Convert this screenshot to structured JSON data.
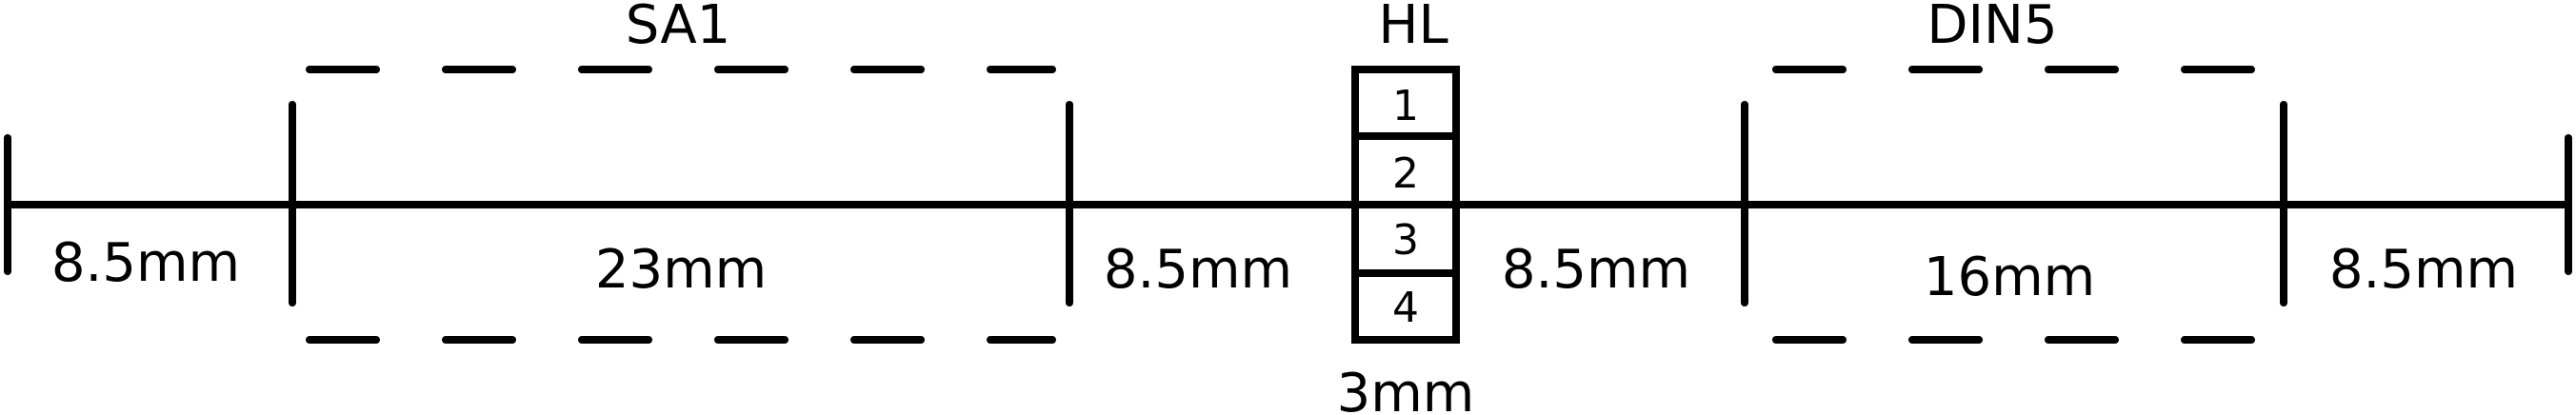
{
  "components": {
    "sa1": {
      "name": "SA1",
      "width": "23mm"
    },
    "hl": {
      "name": "HL",
      "width": "3mm",
      "cells": [
        "1",
        "2",
        "3",
        "4"
      ]
    },
    "din5": {
      "name": "DIN5",
      "width": "16mm"
    }
  },
  "gaps": {
    "left": "8.5mm",
    "sa1_hl": "8.5mm",
    "hl_din5": "8.5mm",
    "right": "8.5mm"
  },
  "colors": {
    "stroke": "#000000",
    "background": "#ffffff"
  }
}
